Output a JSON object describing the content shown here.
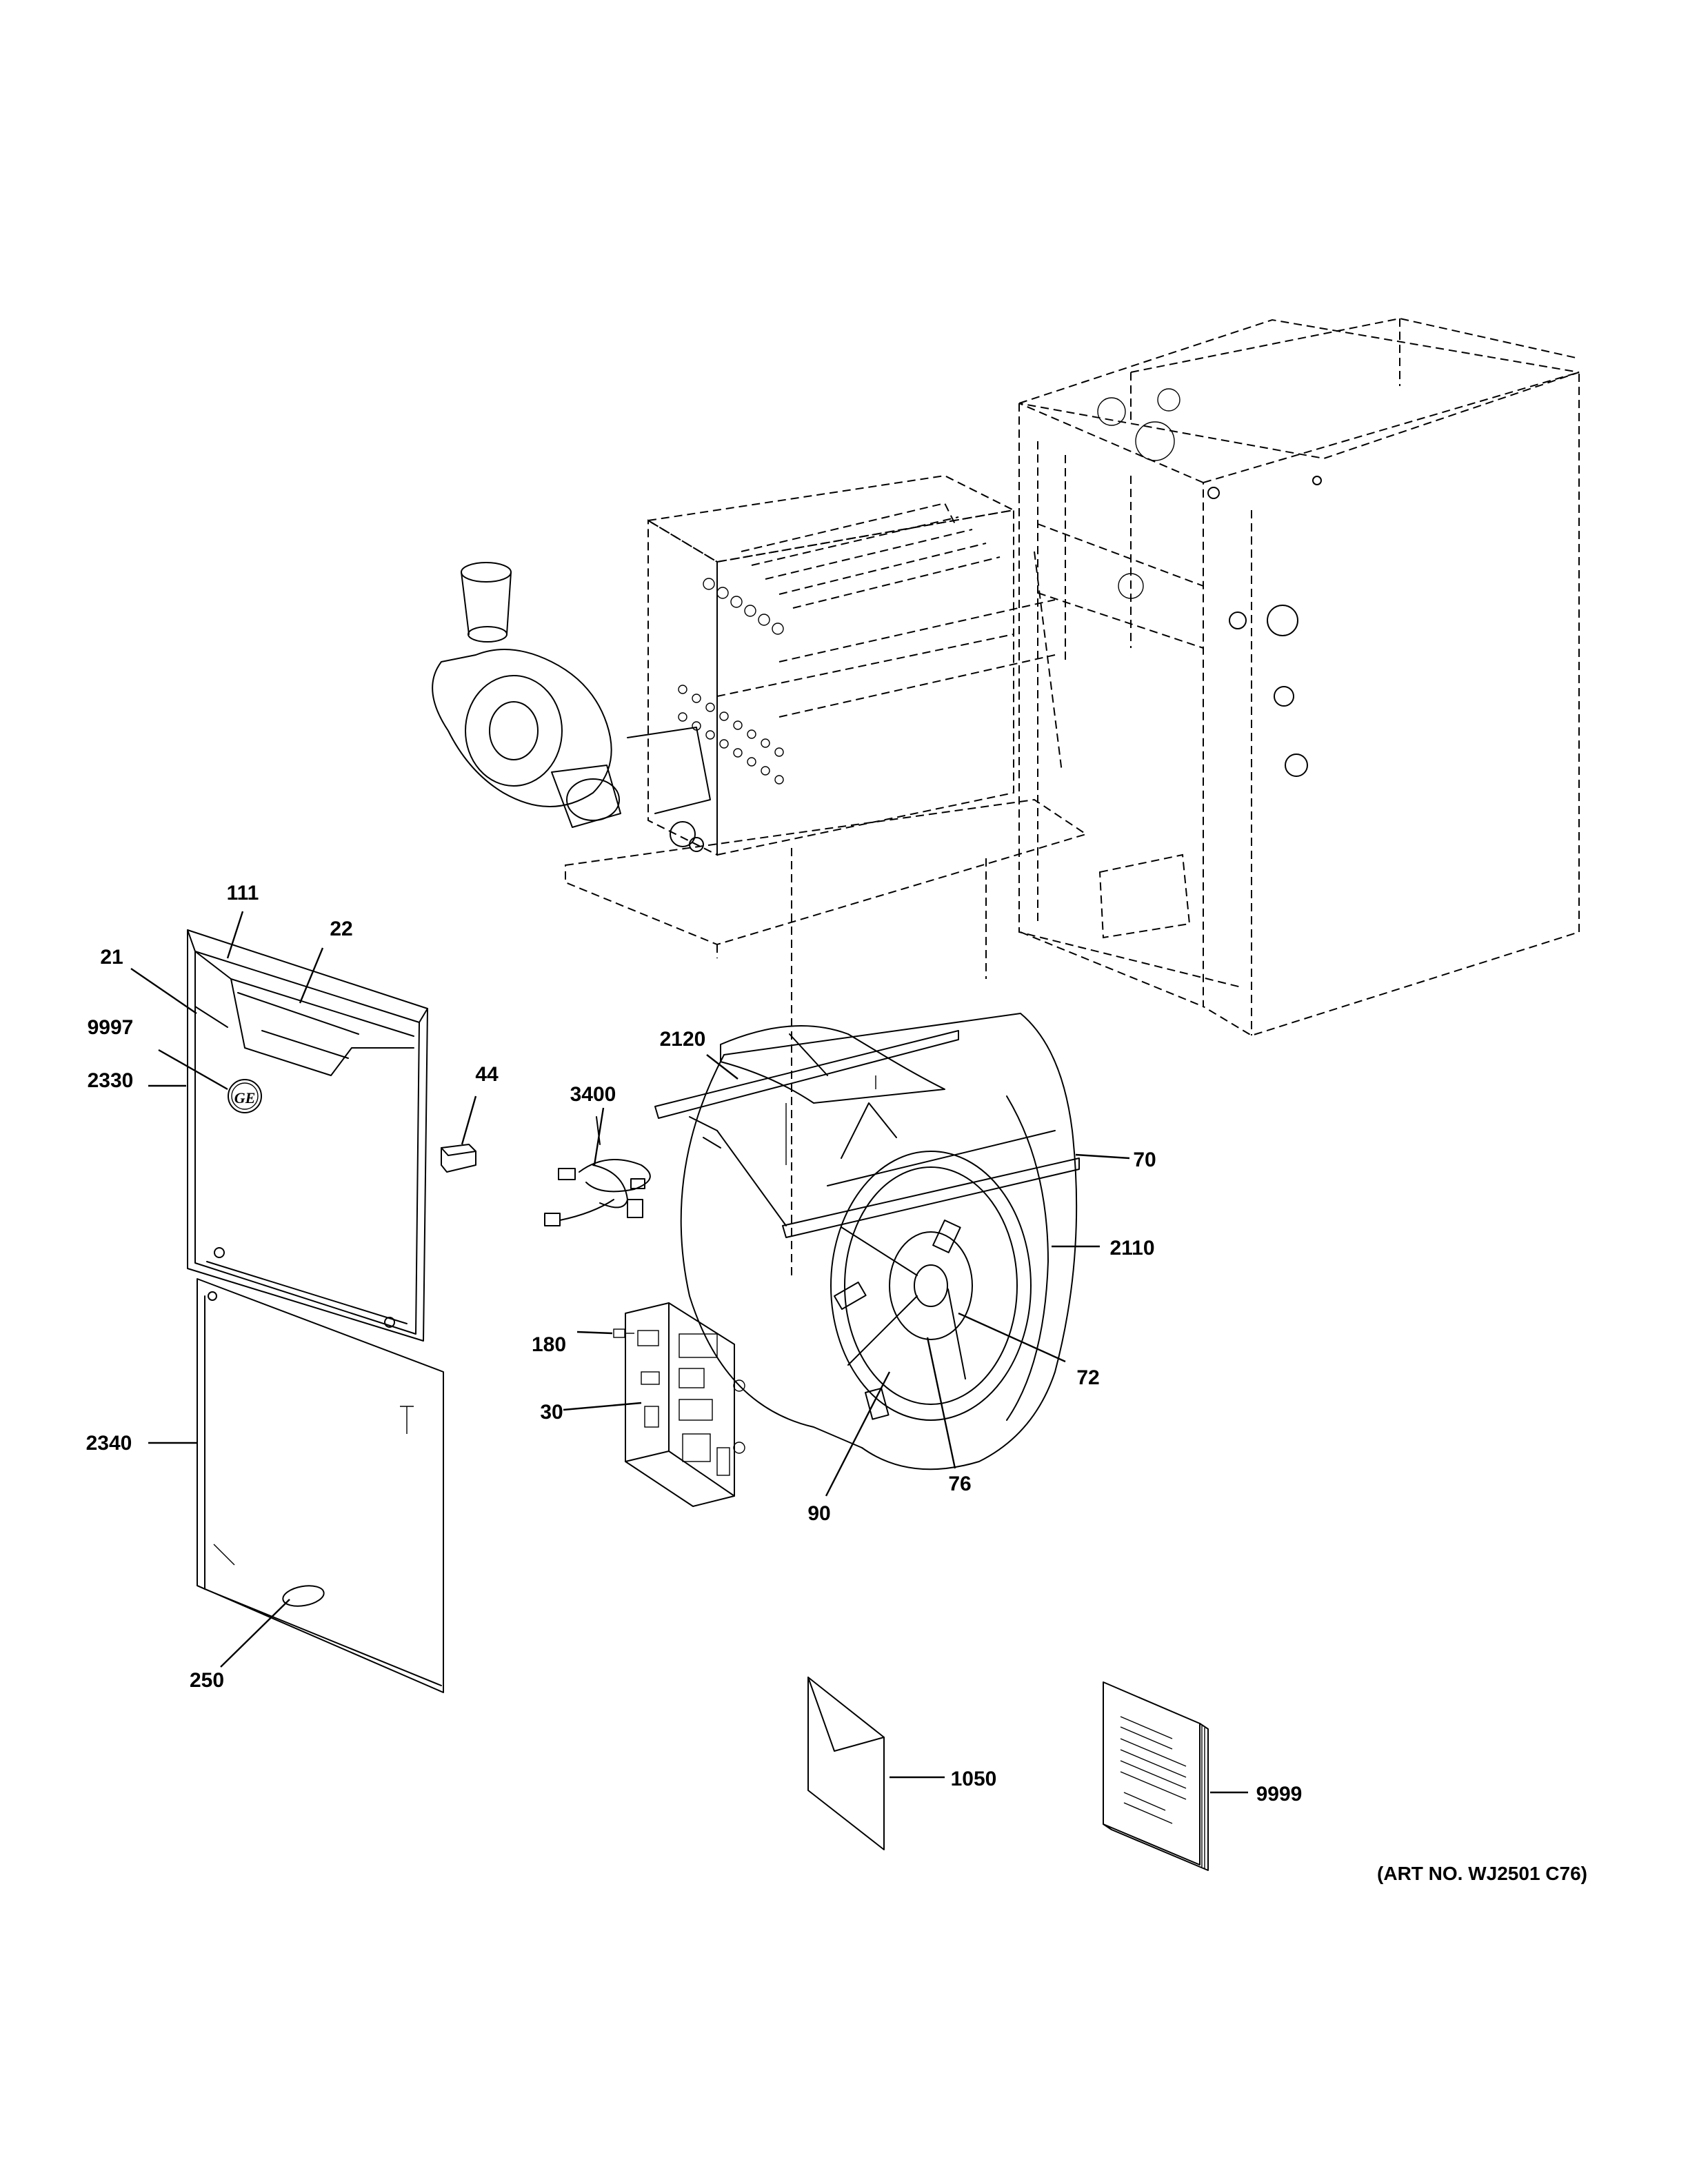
{
  "callouts": {
    "c111": "111",
    "c22": "22",
    "c21": "21",
    "c9997": "9997",
    "c2330": "2330",
    "c44": "44",
    "c2340": "2340",
    "c250": "250",
    "c3400": "3400",
    "c2120": "2120",
    "c70": "70",
    "c2110": "2110",
    "c180": "180",
    "c30": "30",
    "c72": "72",
    "c76": "76",
    "c90": "90",
    "c1050": "1050",
    "c9999": "9999"
  },
  "art_number": "(ART NO. WJ2501 C76)",
  "logo_text": "GE"
}
